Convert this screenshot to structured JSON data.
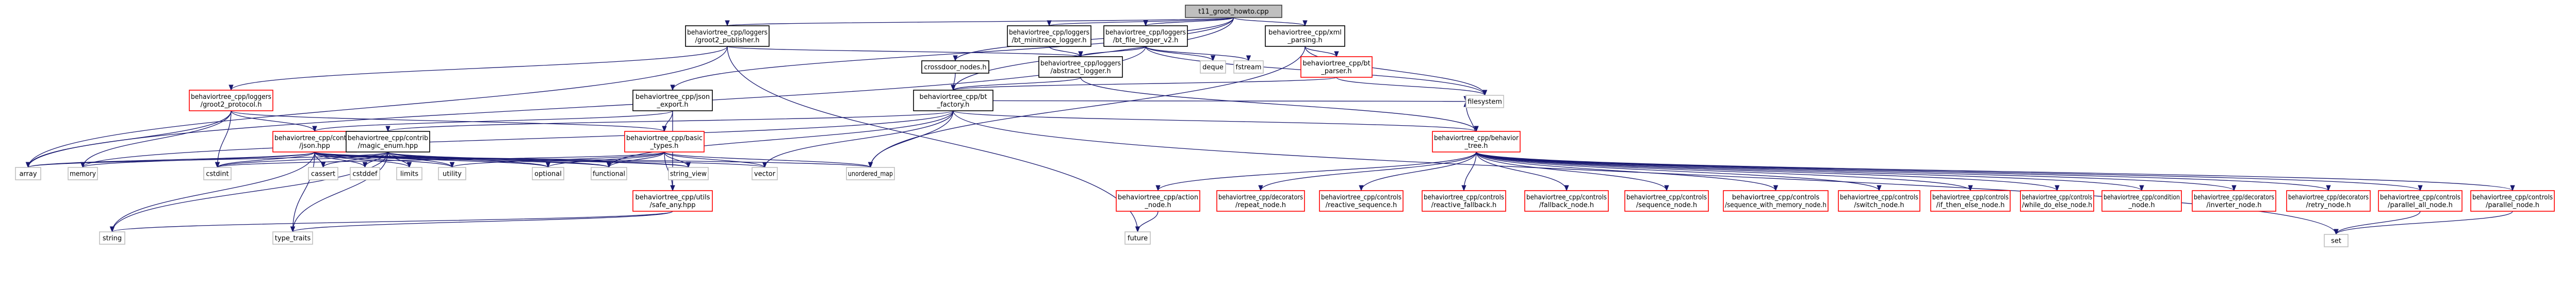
{
  "colors": {
    "edge": "#191970",
    "root_fill": "#bfbfbf",
    "root_stroke": "#404040",
    "node_stroke_normal": "#000000",
    "node_stroke_red": "#ff0000",
    "leaf_stroke": "#bfbfbf",
    "node_fill": "#ffffff"
  },
  "nodes": [
    {
      "id": "root",
      "lines": [
        "t11_groot_howto.cpp"
      ],
      "kind": "root"
    },
    {
      "id": "groot2_pub",
      "lines": [
        "behaviortree_cpp/loggers",
        "/groot2_publisher.h"
      ],
      "kind": "normal"
    },
    {
      "id": "minitrace",
      "lines": [
        "behaviortree_cpp/loggers",
        "/bt_minitrace_logger.h"
      ],
      "kind": "normal"
    },
    {
      "id": "file_logger",
      "lines": [
        "behaviortree_cpp/loggers",
        "/bt_file_logger_v2.h"
      ],
      "kind": "normal"
    },
    {
      "id": "xml_parsing",
      "lines": [
        "behaviortree_cpp/xml",
        "_parsing.h"
      ],
      "kind": "normal"
    },
    {
      "id": "crossdoor",
      "lines": [
        "crossdoor_nodes.h"
      ],
      "kind": "normal"
    },
    {
      "id": "abstract_logger",
      "lines": [
        "behaviortree_cpp/loggers",
        "/abstract_logger.h"
      ],
      "kind": "normal"
    },
    {
      "id": "deque",
      "lines": [
        "deque"
      ],
      "kind": "leaf"
    },
    {
      "id": "fstream",
      "lines": [
        "fstream"
      ],
      "kind": "leaf"
    },
    {
      "id": "bt_parser",
      "lines": [
        "behaviortree_cpp/bt",
        "_parser.h"
      ],
      "kind": "red"
    },
    {
      "id": "groot2_protocol",
      "lines": [
        "behaviortree_cpp/loggers",
        "/groot2_protocol.h"
      ],
      "kind": "red"
    },
    {
      "id": "json_export",
      "lines": [
        "behaviortree_cpp/json",
        "_export.h"
      ],
      "kind": "normal"
    },
    {
      "id": "bt_factory",
      "lines": [
        "behaviortree_cpp/bt",
        "_factory.h"
      ],
      "kind": "normal"
    },
    {
      "id": "filesystem",
      "lines": [
        "filesystem"
      ],
      "kind": "leaf"
    },
    {
      "id": "json_hpp",
      "lines": [
        "behaviortree_cpp/contrib",
        "/json.hpp"
      ],
      "kind": "red"
    },
    {
      "id": "magic_enum",
      "lines": [
        "behaviortree_cpp/contrib",
        "/magic_enum.hpp"
      ],
      "kind": "normal"
    },
    {
      "id": "basic_types",
      "lines": [
        "behaviortree_cpp/basic",
        "_types.h"
      ],
      "kind": "red"
    },
    {
      "id": "behavior_tree",
      "lines": [
        "behaviortree_cpp/behavior",
        "_tree.h"
      ],
      "kind": "red"
    },
    {
      "id": "array",
      "lines": [
        "array"
      ],
      "kind": "leaf"
    },
    {
      "id": "memory",
      "lines": [
        "memory"
      ],
      "kind": "leaf"
    },
    {
      "id": "cstdint",
      "lines": [
        "cstdint"
      ],
      "kind": "leaf"
    },
    {
      "id": "cassert",
      "lines": [
        "cassert"
      ],
      "kind": "leaf"
    },
    {
      "id": "cstddef",
      "lines": [
        "cstddef"
      ],
      "kind": "leaf"
    },
    {
      "id": "limits",
      "lines": [
        "limits"
      ],
      "kind": "leaf"
    },
    {
      "id": "utility",
      "lines": [
        "utility"
      ],
      "kind": "leaf"
    },
    {
      "id": "optional",
      "lines": [
        "optional"
      ],
      "kind": "leaf"
    },
    {
      "id": "functional",
      "lines": [
        "functional"
      ],
      "kind": "leaf"
    },
    {
      "id": "string_view",
      "lines": [
        "string_view"
      ],
      "kind": "leaf"
    },
    {
      "id": "vector",
      "lines": [
        "vector"
      ],
      "kind": "leaf"
    },
    {
      "id": "unordered_map",
      "lines": [
        "unordered_map"
      ],
      "kind": "leaf"
    },
    {
      "id": "safe_any",
      "lines": [
        "behaviortree_cpp/utils",
        "/safe_any.hpp"
      ],
      "kind": "red"
    },
    {
      "id": "string",
      "lines": [
        "string"
      ],
      "kind": "leaf"
    },
    {
      "id": "type_traits",
      "lines": [
        "type_traits"
      ],
      "kind": "leaf"
    },
    {
      "id": "future",
      "lines": [
        "future"
      ],
      "kind": "leaf"
    },
    {
      "id": "action_node",
      "lines": [
        "behaviortree_cpp/action",
        "_node.h"
      ],
      "kind": "red"
    },
    {
      "id": "repeat_node",
      "lines": [
        "behaviortree_cpp/decorators",
        "/repeat_node.h"
      ],
      "kind": "red"
    },
    {
      "id": "reactive_seq",
      "lines": [
        "behaviortree_cpp/controls",
        "/reactive_sequence.h"
      ],
      "kind": "red"
    },
    {
      "id": "reactive_fb",
      "lines": [
        "behaviortree_cpp/controls",
        "/reactive_fallback.h"
      ],
      "kind": "red"
    },
    {
      "id": "fallback_node",
      "lines": [
        "behaviortree_cpp/controls",
        "/fallback_node.h"
      ],
      "kind": "red"
    },
    {
      "id": "sequence_node",
      "lines": [
        "behaviortree_cpp/controls",
        "/sequence_node.h"
      ],
      "kind": "red"
    },
    {
      "id": "seq_mem_node",
      "lines": [
        "behaviortree_cpp/controls",
        "/sequence_with_memory_node.h"
      ],
      "kind": "red"
    },
    {
      "id": "switch_node",
      "lines": [
        "behaviortree_cpp/controls",
        "/switch_node.h"
      ],
      "kind": "red"
    },
    {
      "id": "if_then_else",
      "lines": [
        "behaviortree_cpp/controls",
        "/if_then_else_node.h"
      ],
      "kind": "red"
    },
    {
      "id": "while_do_else",
      "lines": [
        "behaviortree_cpp/controls",
        "/while_do_else_node.h"
      ],
      "kind": "red"
    },
    {
      "id": "condition_node",
      "lines": [
        "behaviortree_cpp/condition",
        "_node.h"
      ],
      "kind": "red"
    },
    {
      "id": "inverter_node",
      "lines": [
        "behaviortree_cpp/decorators",
        "/inverter_node.h"
      ],
      "kind": "red"
    },
    {
      "id": "retry_node",
      "lines": [
        "behaviortree_cpp/decorators",
        "/retry_node.h"
      ],
      "kind": "red"
    },
    {
      "id": "parallel_all",
      "lines": [
        "behaviortree_cpp/controls",
        "/parallel_all_node.h"
      ],
      "kind": "red"
    },
    {
      "id": "parallel_node",
      "lines": [
        "behaviortree_cpp/controls",
        "/parallel_node.h"
      ],
      "kind": "red"
    },
    {
      "id": "set",
      "lines": [
        "set"
      ],
      "kind": "leaf"
    }
  ]
}
